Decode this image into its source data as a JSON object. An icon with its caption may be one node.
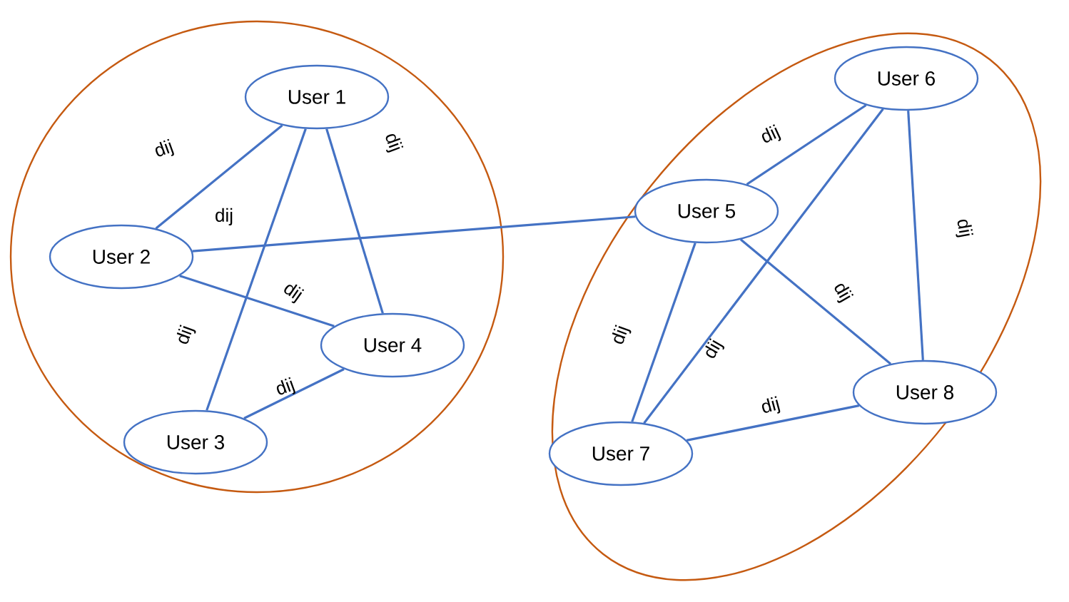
{
  "diagram": {
    "nodes": [
      {
        "text": [],
        "shape": "circle"
      },
      {
        "text": [
          "User 1"
        ],
        "in": 0
      },
      {
        "text": [
          "User 2"
        ],
        "in": 0
      },
      {
        "text": [
          "User 3"
        ],
        "in": 0
      },
      {
        "text": [
          "User 4"
        ],
        "in": 0
      },
      {
        "text": [],
        "shape": "circle"
      },
      {
        "text": [
          "User 5"
        ],
        "in": 5
      },
      {
        "text": [
          "User 6"
        ],
        "in": 5
      },
      {
        "text": [
          "User 7"
        ],
        "in": 5
      },
      {
        "text": [
          "User 8"
        ],
        "in": 5
      }
    ],
    "edges": [
      {
        "from": 1,
        "to": 2,
        "arrow": "none",
        "label": "dij"
      },
      {
        "from": 1,
        "to": 4,
        "arrow": "none",
        "label": "dij"
      },
      {
        "from": 2,
        "to": 6,
        "arrow": "none",
        "label": "dij"
      },
      {
        "from": 2,
        "to": 4,
        "arrow": "none",
        "label": "dij"
      },
      {
        "from": 1,
        "to": 3,
        "arrow": "none",
        "label": "dij"
      },
      {
        "from": 3,
        "to": 4,
        "arrow": "none",
        "label": "dij"
      },
      {
        "from": 6,
        "to": 7,
        "arrow": "none",
        "label": "dij"
      },
      {
        "from": 7,
        "to": 9,
        "arrow": "none",
        "label": "dij"
      },
      {
        "from": 6,
        "to": 9,
        "arrow": "none",
        "label": "dij"
      },
      {
        "from": 6,
        "to": 8,
        "arrow": "none",
        "label": "dij"
      },
      {
        "from": 7,
        "to": 8,
        "arrow": "none",
        "label": "dij"
      },
      {
        "from": 8,
        "to": 9,
        "arrow": "none",
        "label": "dij"
      }
    ]
  }
}
